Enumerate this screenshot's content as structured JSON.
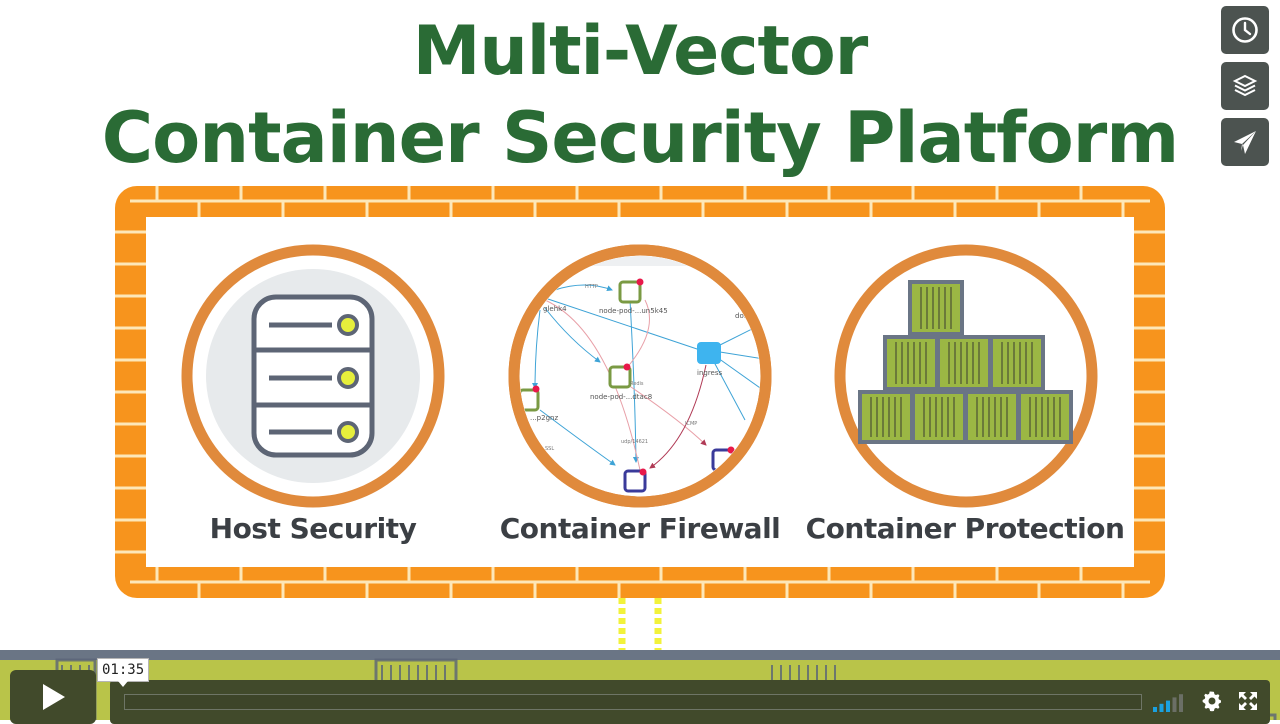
{
  "slide": {
    "title_line1": "Multi-Vector",
    "title_line2": "Container Security Platform",
    "colors": {
      "title": "#2a6b35",
      "brick": "#f7941d",
      "ring": "#e08a3c",
      "label": "#3b3f44",
      "container_green": "#9bb744",
      "container_border": "#6a7585"
    },
    "pillars": [
      {
        "label": "Host Security",
        "icon": "server-icon"
      },
      {
        "label": "Container Firewall",
        "icon": "network-graph-icon"
      },
      {
        "label": "Container Protection",
        "icon": "container-stack-icon"
      }
    ],
    "graph_nodes": [
      {
        "label": "glehk4"
      },
      {
        "label": "node-pod-...un5k45"
      },
      {
        "label": "node-pod-...dtac8"
      },
      {
        "label": "ingress"
      },
      {
        "label": "...p2gnz"
      },
      {
        "label": "do..."
      }
    ],
    "graph_edge_labels": [
      "HTTP",
      "Redis",
      "udp/14621",
      "ICMP",
      "SSL"
    ]
  },
  "side_actions": [
    {
      "name": "watch-later",
      "icon": "clock-icon"
    },
    {
      "name": "collections",
      "icon": "layers-icon"
    },
    {
      "name": "share",
      "icon": "paper-plane-icon"
    }
  ],
  "player": {
    "hover_time": "01:35",
    "progress_fraction": 0.0,
    "volume_bars_active": 3,
    "volume_bars_total": 5,
    "colors": {
      "control_bg": "#414a2b",
      "volume_active": "#1aa1e0",
      "volume_inactive": "#6b6f66"
    }
  }
}
